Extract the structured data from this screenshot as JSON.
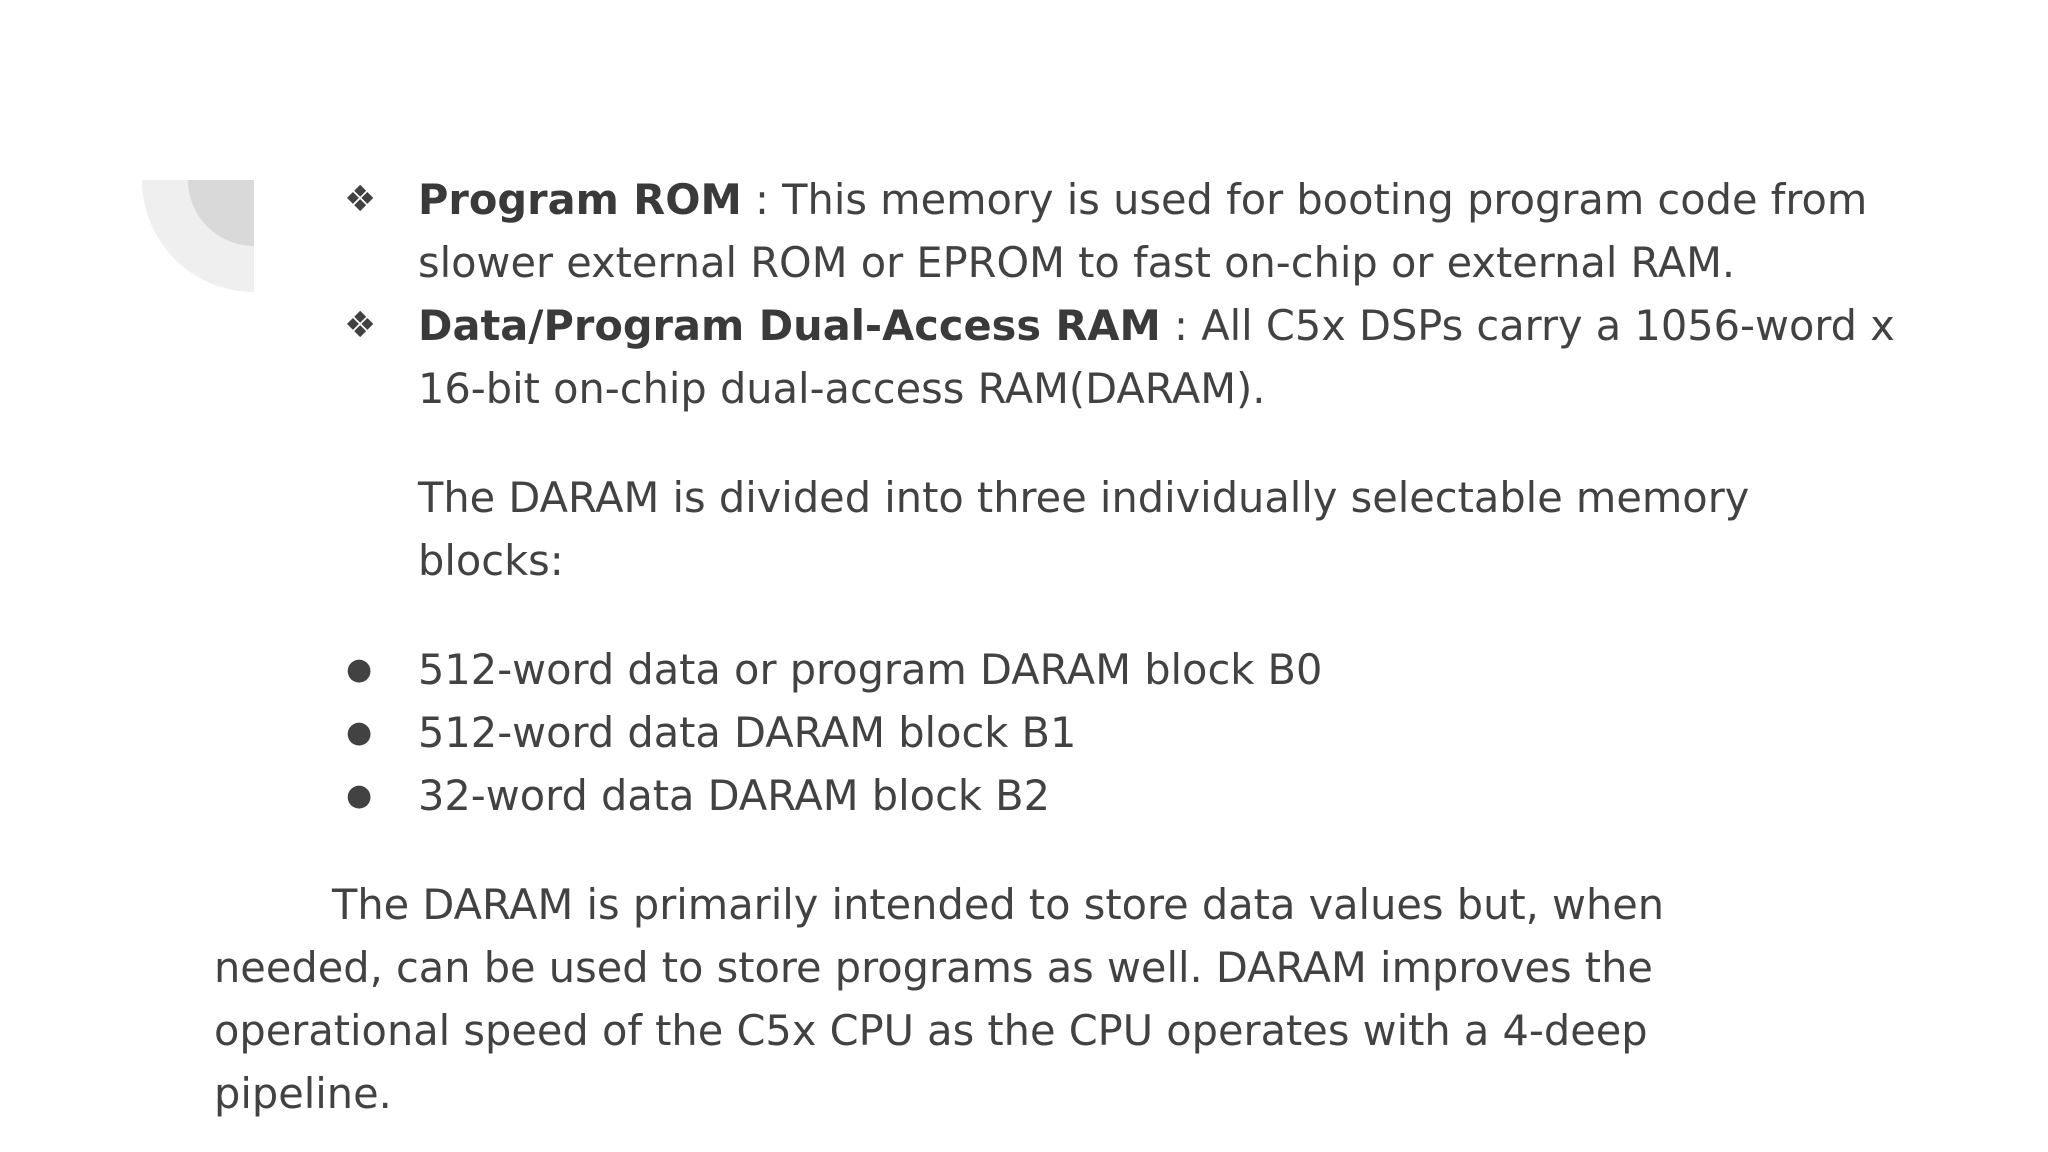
{
  "bullets_diamond": [
    {
      "term": "Program ROM",
      "text": " : This memory is used for booting program code from slower external ROM or EPROM to fast on-chip or external RAM."
    },
    {
      "term": "Data/Program Dual-Access RAM",
      "text": " : All C5x DSPs carry a 1056-word x 16-bit on-chip dual-access RAM(DARAM)."
    }
  ],
  "daram_intro": "The DARAM is divided into three individually selectable memory blocks:",
  "blocks": [
    "512-word data or program DARAM block B0",
    "512-word data DARAM block B1",
    "32-word data DARAM block B2"
  ],
  "closing_paragraph": "The DARAM is primarily intended to store data values but, when needed, can be used to store programs as well. DARAM improves the operational speed of the C5x CPU as the CPU operates with a 4-deep pipeline.",
  "markers": {
    "diamond": "❖",
    "dot": "●"
  },
  "icons": [
    "diamond-bullet-icon",
    "dot-bullet-icon"
  ],
  "colors": {
    "text": "#424242",
    "decor_outer": "#efefef",
    "decor_inner": "#d9d9d9"
  }
}
